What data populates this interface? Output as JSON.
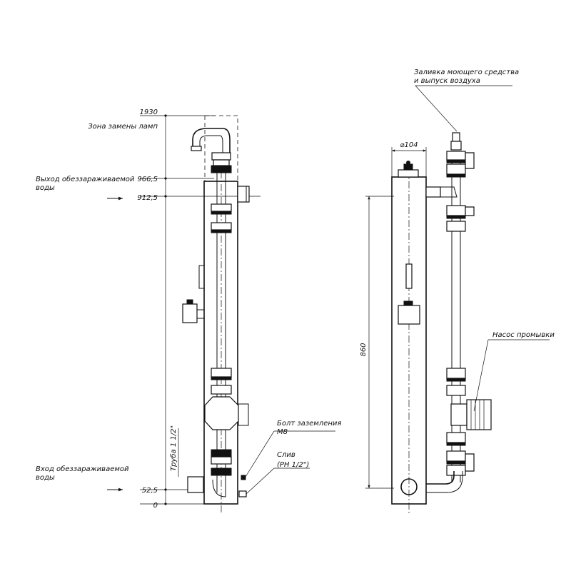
{
  "left_view": {
    "dims": {
      "d1930": "1930",
      "d966": "966,5",
      "d912": "912,5",
      "d52": "52,5",
      "d0": "0"
    },
    "labels": {
      "lamp_zone": "Зона замены ламп",
      "outlet_line1": "Выход обеззараживаемой",
      "outlet_line2": "воды",
      "inlet_line1": "Вход обеззараживаемой",
      "inlet_line2": "воды",
      "pipe": "Труба 1 1/2\"",
      "bolt_line1": "Болт заземления",
      "bolt_line2": "М8",
      "drain_line1": "Слив",
      "drain_line2": "(РН 1/2\")"
    }
  },
  "right_view": {
    "dims": {
      "diameter": "⌀104",
      "height": "860"
    },
    "labels": {
      "detergent_line1": "Заливка моющего средства",
      "detergent_line2": "и выпуск воздуха",
      "pump": "Насос промывки"
    }
  }
}
